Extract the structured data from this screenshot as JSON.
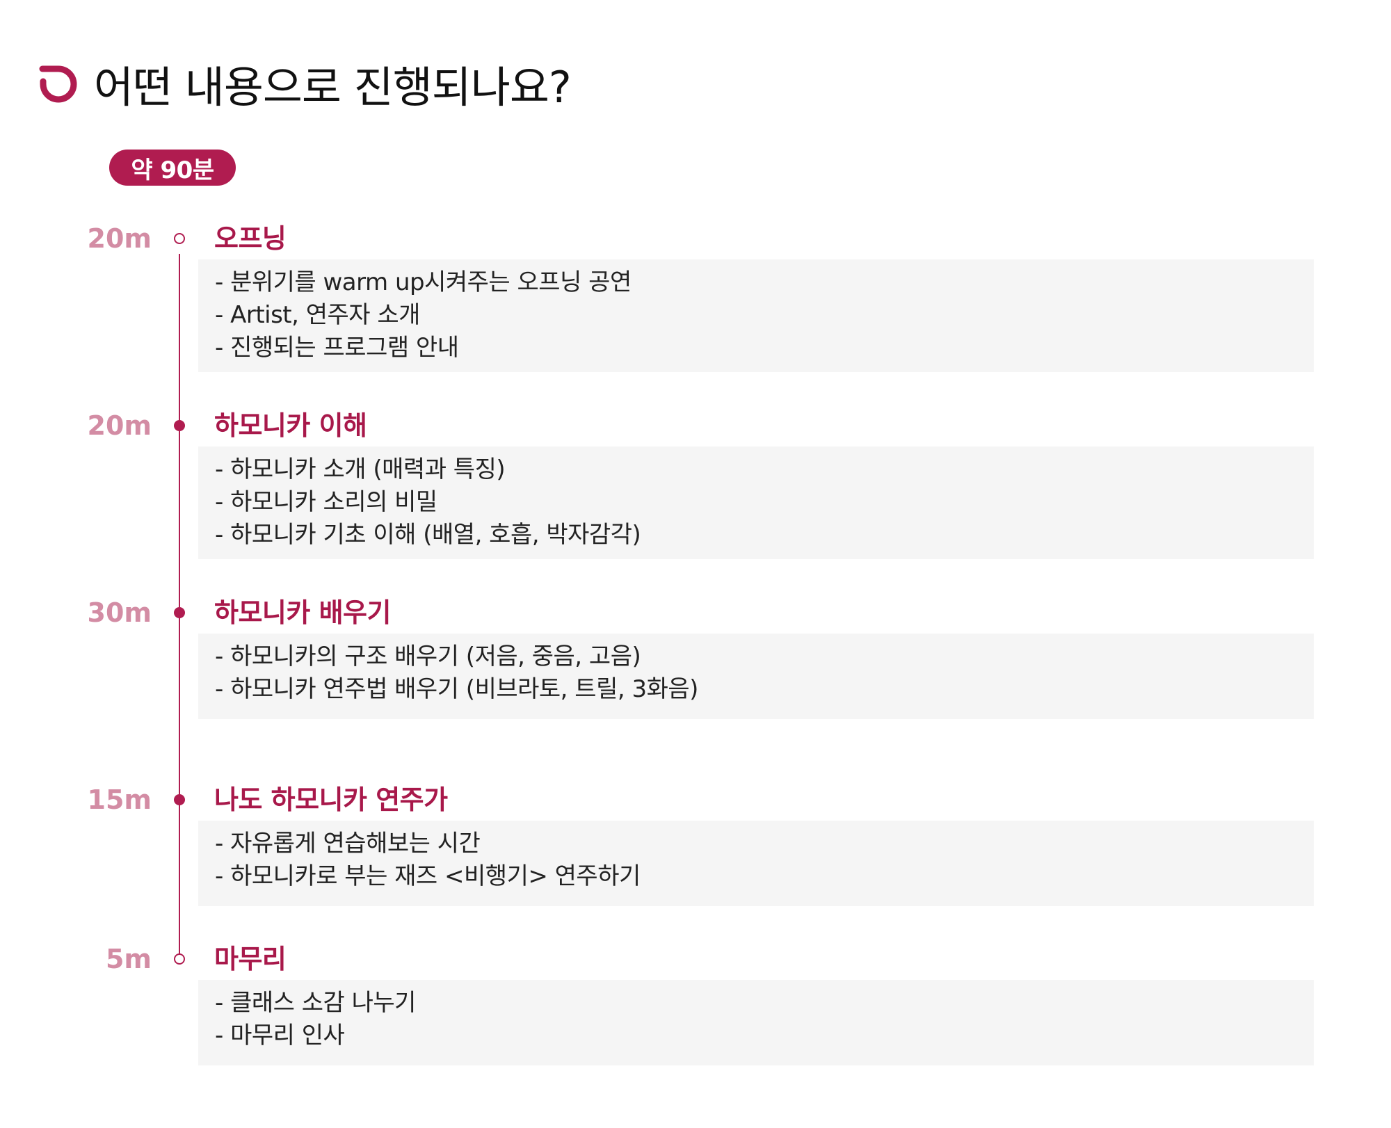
{
  "header": {
    "title": "어떤 내용으로 진행되나요?",
    "logo_icon": "brand-logo-icon"
  },
  "badge": {
    "label": "약 90분"
  },
  "colors": {
    "accent": "#b01c50",
    "time_label": "#d38ca4",
    "box_bg": "#f5f5f5"
  },
  "sections": [
    {
      "time": "20m",
      "title": "오프닝",
      "dot": "hollow",
      "items": [
        "- 분위기를 warm up시켜주는 오프닝 공연",
        "- Artist, 연주자 소개",
        "- 진행되는 프로그램 안내"
      ]
    },
    {
      "time": "20m",
      "title": "하모니카 이해",
      "dot": "filled",
      "items": [
        "- 하모니카 소개 (매력과 특징)",
        "- 하모니카 소리의 비밀",
        "- 하모니카 기초 이해 (배열, 호흡, 박자감각)"
      ]
    },
    {
      "time": "30m",
      "title": "하모니카 배우기",
      "dot": "filled",
      "items": [
        "- 하모니카의 구조 배우기 (저음, 중음, 고음)",
        "- 하모니카 연주법 배우기 (비브라토, 트릴, 3화음)"
      ]
    },
    {
      "time": "15m",
      "title": "나도 하모니카 연주가",
      "dot": "filled",
      "items": [
        "- 자유롭게 연습해보는 시간",
        "- 하모니카로 부는 재즈 <비행기> 연주하기"
      ]
    },
    {
      "time": "5m",
      "title": "마무리",
      "dot": "hollow",
      "items": [
        "- 클래스 소감 나누기",
        "- 마무리 인사"
      ]
    }
  ]
}
